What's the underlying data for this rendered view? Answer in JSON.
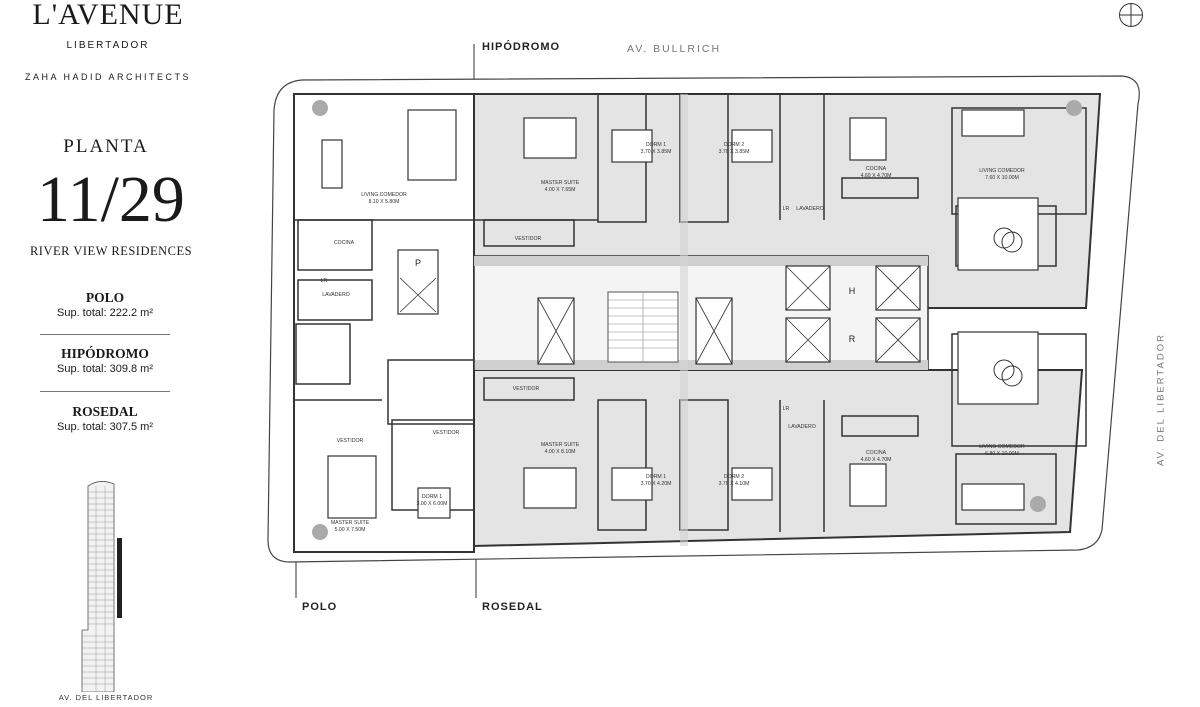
{
  "brand": {
    "name": "L'AVENUE",
    "subtitle": "LIBERTADOR",
    "architects": "ZAHA HADID ARCHITECTS"
  },
  "plan": {
    "label": "PLANTA",
    "floors": "11/29",
    "tagline": "RIVER VIEW RESIDENCES"
  },
  "units": [
    {
      "name": "POLO",
      "surface": "Sup. total: 222.2 m²"
    },
    {
      "name": "HIPÓDROMO",
      "surface": "Sup. total: 309.8 m²"
    },
    {
      "name": "ROSEDAL",
      "surface": "Sup. total: 307.5 m²"
    }
  ],
  "streets": {
    "top": "AV. BULLRICH",
    "right": "AV. DEL LIBERTADOR",
    "bottom_left": "AV. DEL LIBERTADOR"
  },
  "markers": {
    "hipodromo": "HIPÓDROMO",
    "polo": "POLO",
    "rosedal": "ROSEDAL"
  },
  "rooms": {
    "living_polo": "LIVING COMEDOR",
    "living_polo_dim": "8.10 X 5.80M",
    "cocina_polo": "COCINA",
    "lavadero_polo": "LAVADERO",
    "vestidor_polo": "VESTIDOR",
    "suite_polo": "MASTER SUITE",
    "suite_polo_dim": "5.00 X 7.50M",
    "dorm1_polo": "DORM 1",
    "dorm1_polo_dim": "3.00 X 6.00M",
    "vestidor_polo2": "VESTIDOR",
    "suite_hip": "MASTER SUITE",
    "suite_hip_dim": "4.00 X 7.65M",
    "vestidor_hip": "VESTIDOR",
    "dorm1_hip": "DORM 1",
    "dorm1_hip_dim": "3.70 X 3.85M",
    "dorm2_hip": "DORM 2",
    "dorm2_hip_dim": "3.70 X 3.85M",
    "lavadero_hip": "LAVADERO",
    "cocina_hip": "COCINA",
    "cocina_hip_dim": "4.60 X 4.70M",
    "living_hip": "LIVING COMEDOR",
    "living_hip_dim": "7.60 X 10.00M",
    "vestidor_ros": "VESTIDOR",
    "suite_ros": "MASTER SUITE",
    "suite_ros_dim": "4.00 X 8.10M",
    "dorm1_ros": "DORM 1",
    "dorm1_ros_dim": "3.70 X 4.20M",
    "dorm2_ros": "DORM 2",
    "dorm2_ros_dim": "3.70 X 4.10M",
    "lavadero_ros": "LAVADERO",
    "cocina_ros": "COCINA",
    "cocina_ros_dim": "4.60 X 4.70M",
    "living_ros": "LIVING COMEDOR",
    "living_ros_dim": "6.80 X 10.00M",
    "lift_p": "P",
    "lift_h": "H",
    "lift_r": "R",
    "lr1": "LR",
    "lr2": "LR",
    "lr3": "LR"
  }
}
